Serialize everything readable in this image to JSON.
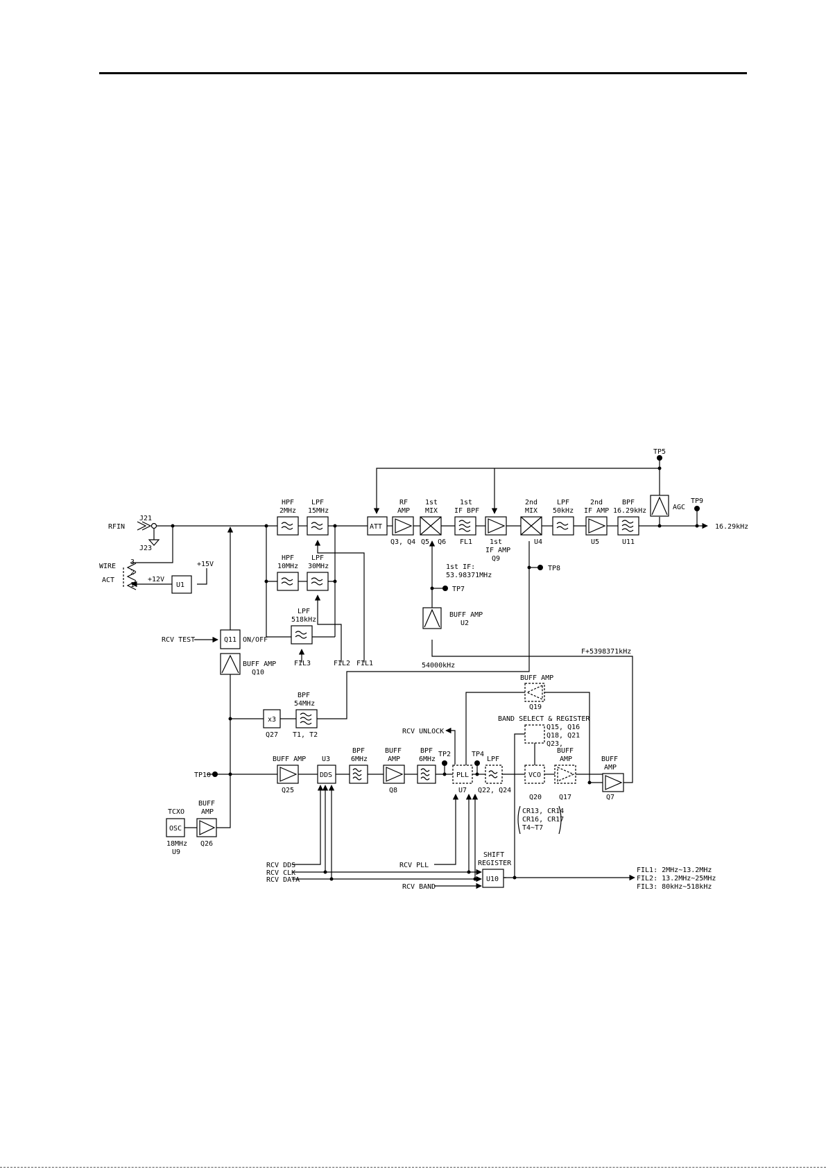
{
  "labels": {
    "rfin": "RFIN",
    "j21": "J21",
    "j23": "J23",
    "wire": "WIRE",
    "act": "ACT",
    "pin3": "3",
    "pin2": "2",
    "pin1": "1",
    "v12": "+12V",
    "v15": "+15V",
    "u1": "U1",
    "hpf2_a": "HPF",
    "hpf2_b": "2MHz",
    "lpf15_a": "LPF",
    "lpf15_b": "15MHz",
    "hpf10_a": "HPF",
    "hpf10_b": "10MHz",
    "lpf30_a": "LPF",
    "lpf30_b": "30MHz",
    "lpf518_a": "LPF",
    "lpf518_b": "518kHz",
    "fil3": "FIL3",
    "fil2": "FIL2",
    "fil1": "FIL1",
    "rcv_test": "RCV TEST",
    "q11": "Q11",
    "on_off": "ON/OFF",
    "buff_amp_q10_a": "BUFF AMP",
    "q10": "Q10",
    "att": "ATT",
    "rfamp_a": "RF",
    "rfamp_b": "AMP",
    "q3q4": "Q3, Q4",
    "mix1_a": "1st",
    "mix1_b": "MIX",
    "q5q6": "Q5, Q6",
    "ifbpf_a": "1st",
    "ifbpf_b": "IF BPF",
    "fl1": "FL1",
    "ifamp1_a": "1st",
    "ifamp1_b": "IF AMP",
    "q9": "Q9",
    "mix2_a": "2nd",
    "mix2_b": "MIX",
    "u4": "U4",
    "lpf50_a": "LPF",
    "lpf50_b": "50kHz",
    "ifamp2_a": "2nd",
    "ifamp2_b": "IF AMP",
    "u5": "U5",
    "bpf1629_a": "BPF",
    "bpf1629_b": "16.29kHz",
    "u11": "U11",
    "agc": "AGC",
    "tp5": "TP5",
    "tp9": "TP9",
    "out_freq": "16.29kHz",
    "tp8": "TP8",
    "tp7": "TP7",
    "if1_a": "1st IF:",
    "if1_b": "53.98371MHz",
    "buff_amp_u2": "BUFF AMP",
    "u2": "U2",
    "f54000": "54000kHz",
    "f_lo": "F+5398371kHz",
    "bpf54_a": "BPF",
    "bpf54_b": "54MHz",
    "t1t2": "T1, T2",
    "x3": "x3",
    "q27": "Q27",
    "buff_amp_q19": "BUFF AMP",
    "q19": "Q19",
    "band_select": "BAND SELECT & REGISTER",
    "q15q16": "Q15, Q16",
    "q18q21": "Q18, Q21",
    "q23": "Q23,",
    "rcv_unlock": "RCV UNLOCK",
    "tp10": "TP10",
    "buff_amp_q25": "BUFF AMP",
    "q25": "Q25",
    "u3": "U3",
    "dds": "DDS",
    "bpf6a_a": "BPF",
    "bpf6a_b": "6MHz",
    "buffamp_q8_a": "BUFF",
    "buffamp_q8_b": "AMP",
    "q8": "Q8",
    "bpf6b_a": "BPF",
    "bpf6b_b": "6MHz",
    "tp2": "TP2",
    "tp4": "TP4",
    "pll": "PLL",
    "u7": "U7",
    "lpf_q22_a": "LPF",
    "q22q24": "Q22, Q24",
    "vco": "VCO",
    "q20": "Q20",
    "buffamp_q17_a": "BUFF",
    "buffamp_q17_b": "AMP",
    "q17": "Q17",
    "buffamp_q7_a": "BUFF",
    "buffamp_q7_b": "AMP",
    "q7": "Q7",
    "cr_a": "CR13, CR14",
    "cr_b": "CR16, CR17",
    "cr_c": "T4~T7",
    "tcxo": "TCXO",
    "osc": "OSC",
    "f18": "18MHz",
    "u9": "U9",
    "buffamp_q26_a": "BUFF",
    "buffamp_q26_b": "AMP",
    "q26": "Q26",
    "rcv_dds": "RCV DDS",
    "rcv_clk": "RCV CLK",
    "rcv_data": "RCV DATA",
    "rcv_pll": "RCV PLL",
    "rcv_band": "RCV BAND",
    "shift_a": "SHIFT",
    "shift_b": "REGISTER",
    "u10": "U10",
    "fil1_range": "FIL1: 2MHz~13.2MHz",
    "fil2_range": "FIL2: 13.2MHz~25MHz",
    "fil3_range": "FIL3: 80kHz~518kHz"
  }
}
